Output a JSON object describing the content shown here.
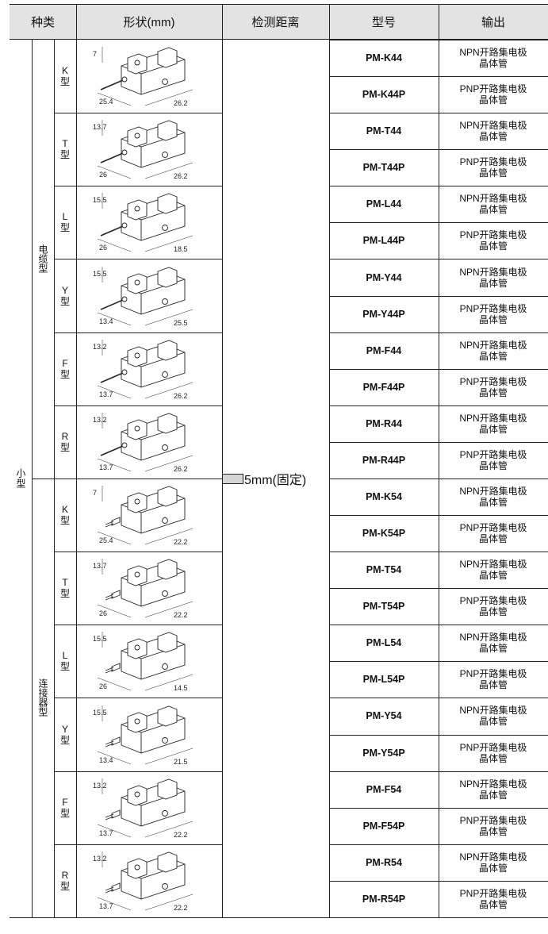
{
  "header": {
    "type": "种类",
    "shape": "形状(mm)",
    "distance": "检测距离",
    "model": "型号",
    "output": "输出"
  },
  "size_label": "小型",
  "distance_value": "5mm(固定)",
  "output_labels": {
    "npn": [
      "NPN开路集电极",
      "晶体管"
    ],
    "pnp": [
      "PNP开路集电极",
      "晶体管"
    ]
  },
  "groups": [
    {
      "label": "电缆型",
      "items": [
        {
          "type": "K",
          "suffix": "型",
          "dims": [
            "7",
            "25.4",
            "26.2"
          ],
          "models": [
            "PM-K44",
            "PM-K44P"
          ]
        },
        {
          "type": "T",
          "suffix": "型",
          "dims": [
            "13.7",
            "26",
            "26.2"
          ],
          "models": [
            "PM-T44",
            "PM-T44P"
          ]
        },
        {
          "type": "L",
          "suffix": "型",
          "dims": [
            "15.5",
            "26",
            "18.5"
          ],
          "models": [
            "PM-L44",
            "PM-L44P"
          ]
        },
        {
          "type": "Y",
          "suffix": "型",
          "dims": [
            "15.5",
            "13.4",
            "25.5"
          ],
          "models": [
            "PM-Y44",
            "PM-Y44P"
          ]
        },
        {
          "type": "F",
          "suffix": "型",
          "dims": [
            "13.2",
            "13.7",
            "26.2"
          ],
          "models": [
            "PM-F44",
            "PM-F44P"
          ]
        },
        {
          "type": "R",
          "suffix": "型",
          "dims": [
            "13.2",
            "13.7",
            "26.2"
          ],
          "models": [
            "PM-R44",
            "PM-R44P"
          ]
        }
      ]
    },
    {
      "label": "连接器型",
      "items": [
        {
          "type": "K",
          "suffix": "型",
          "dims": [
            "7",
            "25.4",
            "22.2"
          ],
          "models": [
            "PM-K54",
            "PM-K54P"
          ]
        },
        {
          "type": "T",
          "suffix": "型",
          "dims": [
            "13.7",
            "26",
            "22.2"
          ],
          "models": [
            "PM-T54",
            "PM-T54P"
          ]
        },
        {
          "type": "L",
          "suffix": "型",
          "dims": [
            "15.5",
            "26",
            "14.5"
          ],
          "models": [
            "PM-L54",
            "PM-L54P"
          ]
        },
        {
          "type": "Y",
          "suffix": "型",
          "dims": [
            "15.5",
            "13.4",
            "21.5"
          ],
          "models": [
            "PM-Y54",
            "PM-Y54P"
          ]
        },
        {
          "type": "F",
          "suffix": "型",
          "dims": [
            "13.2",
            "13.7",
            "22.2"
          ],
          "models": [
            "PM-F54",
            "PM-F54P"
          ]
        },
        {
          "type": "R",
          "suffix": "型",
          "dims": [
            "13.2",
            "13.7",
            "22.2"
          ],
          "models": [
            "PM-R54",
            "PM-R54P"
          ]
        }
      ]
    }
  ]
}
